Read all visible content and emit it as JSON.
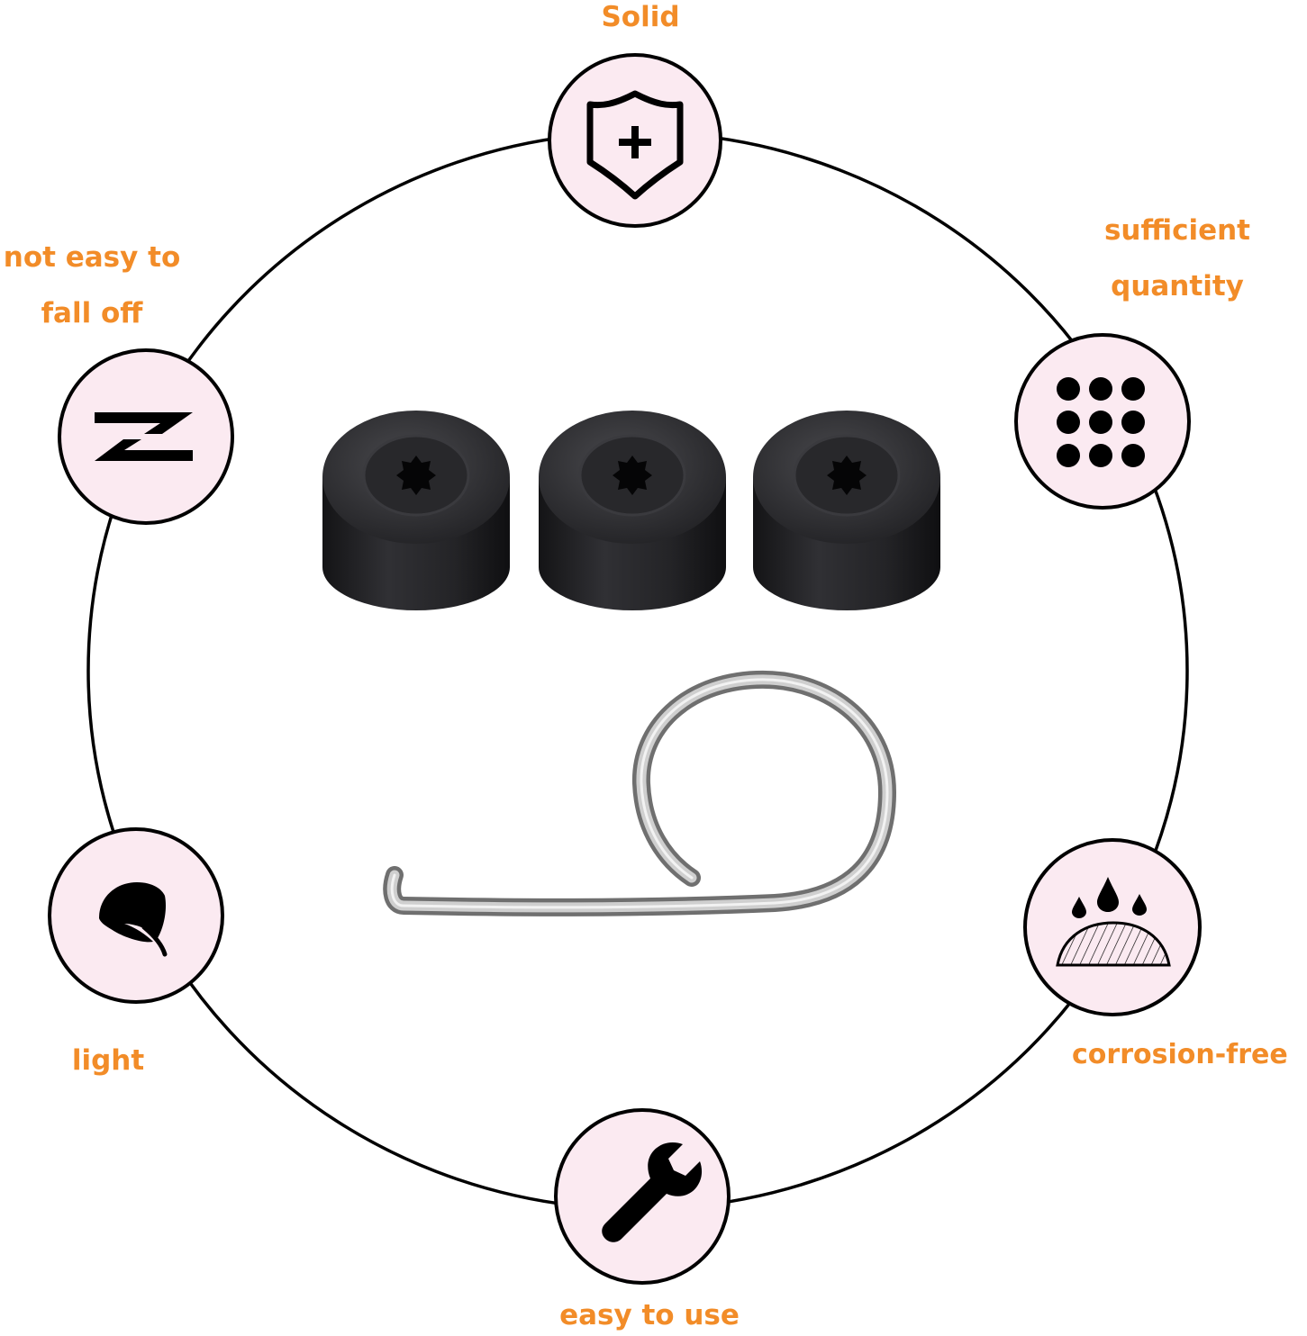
{
  "accent_color": "#F28C28",
  "badge_fill": "#FBEAF1",
  "features": {
    "solid": {
      "label": "Solid",
      "icon": "shield-plus-icon"
    },
    "quantity": {
      "label_line1": "sufficient",
      "label_line2": "quantity",
      "icon": "dots-grid-icon"
    },
    "fall_off": {
      "label_line1": "not easy to",
      "label_line2": "fall off",
      "icon": "z-arrows-icon"
    },
    "light": {
      "label": "light",
      "icon": "leaf-icon"
    },
    "corrosion": {
      "label": "corrosion-free",
      "icon": "water-drops-icon"
    },
    "easy_use": {
      "label": "easy to use",
      "icon": "wrench-icon"
    }
  },
  "product": {
    "caps": [
      "bolt-cap",
      "bolt-cap",
      "bolt-cap"
    ],
    "tool": "removal-hook"
  }
}
